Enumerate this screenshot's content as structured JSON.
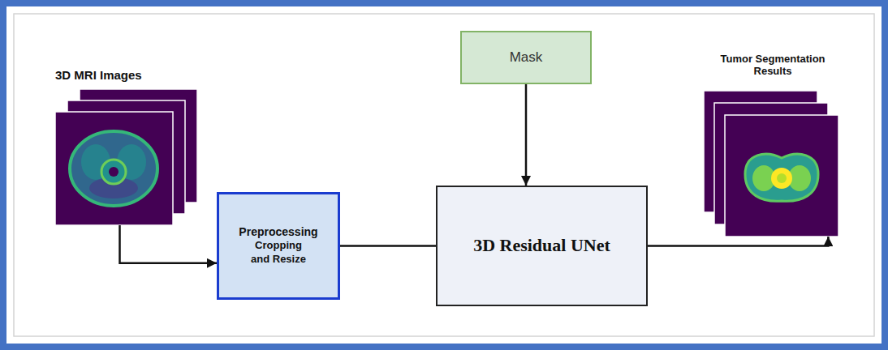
{
  "diagram": {
    "nodes": [
      {
        "text": [
          "3D MRI Images"
        ]
      },
      {
        "text": [
          "Preprocessing",
          "Cropping and Resize"
        ]
      },
      {
        "text": [
          "Mask"
        ]
      },
      {
        "text": [
          "3D Residual UNet"
        ]
      },
      {
        "text": [
          "Tumor Segmentation Results"
        ]
      }
    ],
    "edges": [
      {
        "from": 0,
        "to": 1,
        "arrow": "to"
      },
      {
        "from": 1,
        "to": 3,
        "arrow": "none"
      },
      {
        "from": 2,
        "to": 3,
        "arrow": "to"
      },
      {
        "from": 3,
        "to": 4,
        "arrow": "to"
      }
    ]
  }
}
